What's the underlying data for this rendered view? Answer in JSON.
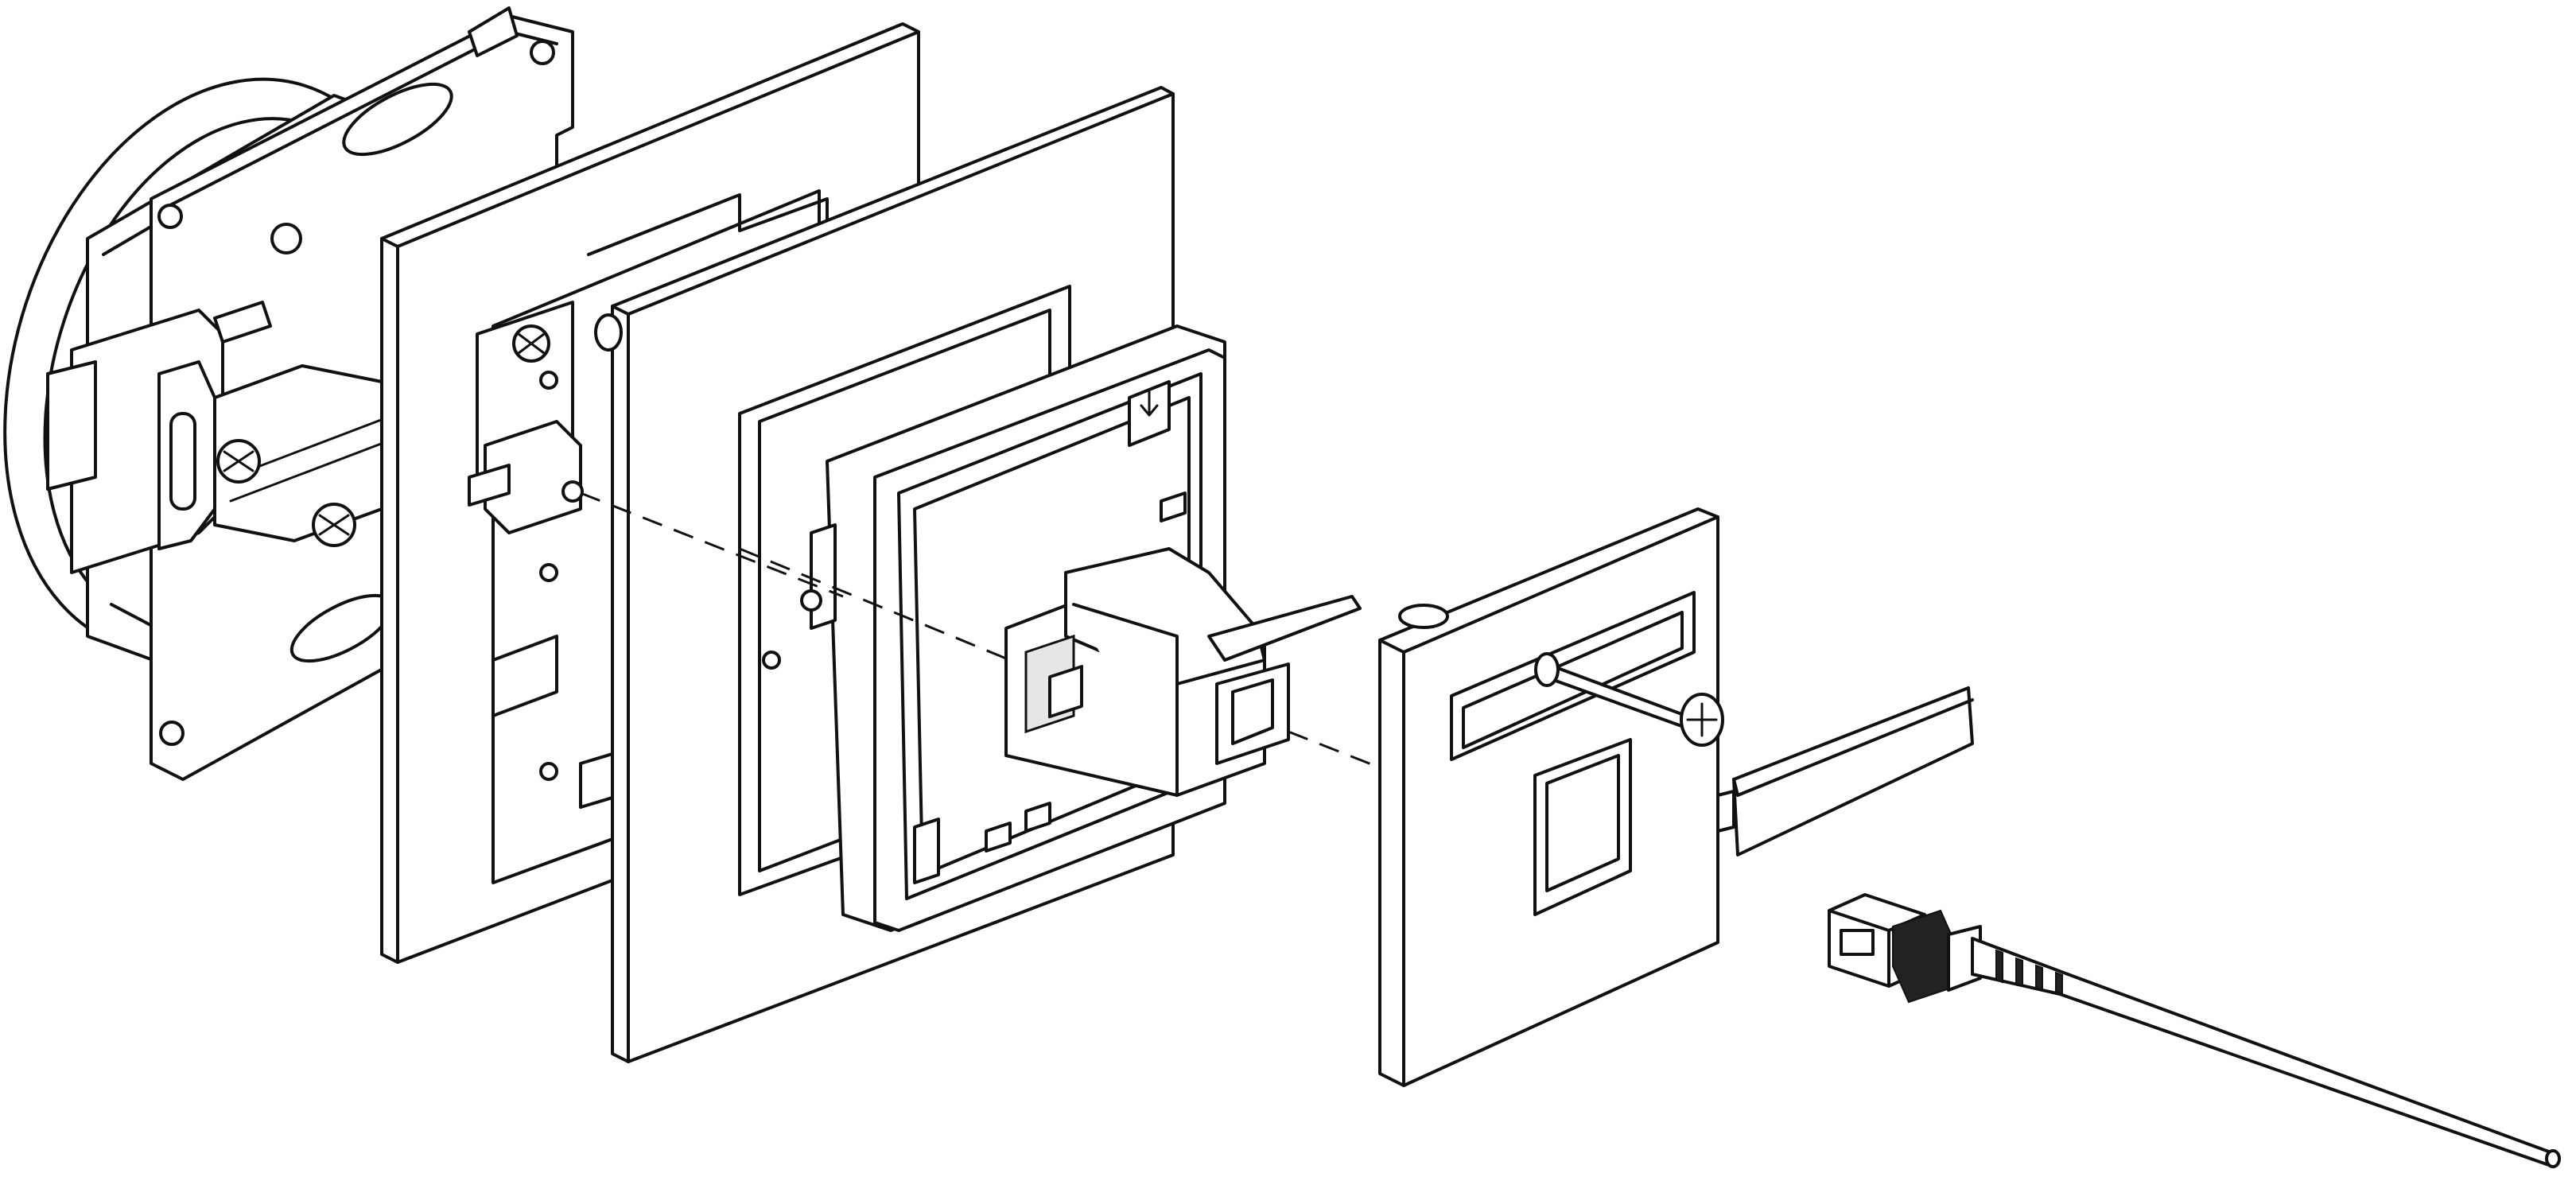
{
  "figure": {
    "type": "exploded-assembly-line-drawing",
    "stroke_color": "#111111",
    "background_color": "#ffffff",
    "components": [
      {
        "name": "flush-mounting-box"
      },
      {
        "name": "mounting-support-plate"
      },
      {
        "name": "cover-frame"
      },
      {
        "name": "socket-insert-carrier"
      },
      {
        "name": "keystone-fiber-module"
      },
      {
        "name": "central-cover-plate"
      },
      {
        "name": "fixing-screw"
      },
      {
        "name": "label-strip"
      },
      {
        "name": "fiber-optic-connector"
      },
      {
        "name": "fiber-optic-cable"
      }
    ]
  }
}
